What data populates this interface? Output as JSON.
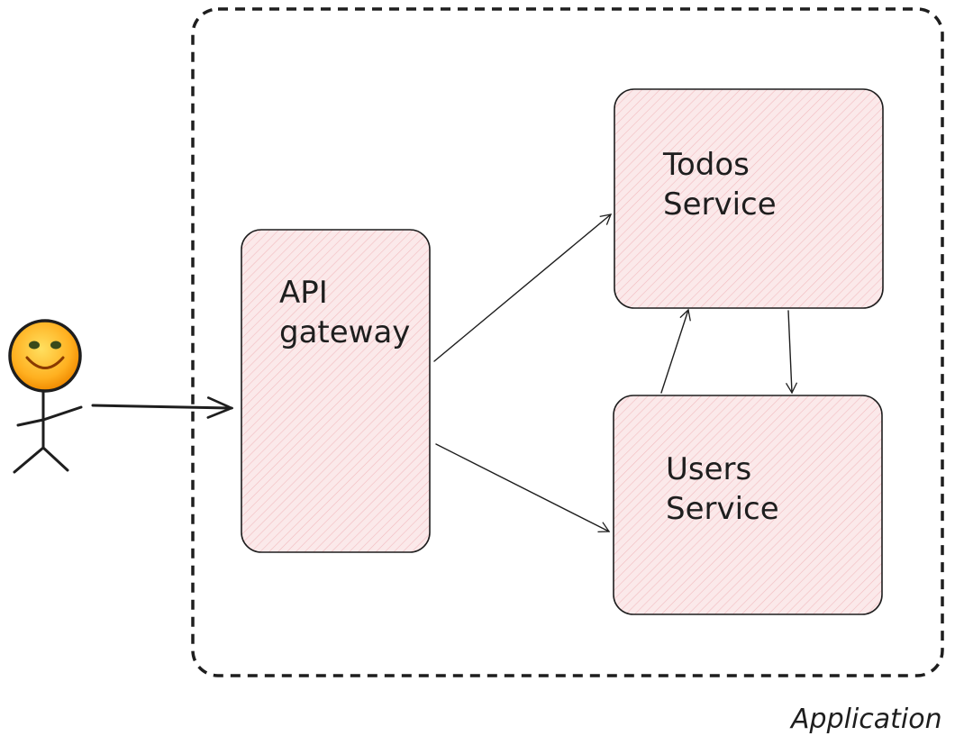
{
  "diagram": {
    "user": {
      "icon": "smiley-stick-figure-icon"
    },
    "boundary": {
      "label": "Application"
    },
    "nodes": {
      "gateway": {
        "line1": "API",
        "line2": "gateway"
      },
      "todos": {
        "line1": "Todos",
        "line2": "Service"
      },
      "users": {
        "line1": "Users",
        "line2": "Service"
      }
    },
    "colors": {
      "stroke": "#1e1e1e",
      "box_fill": "#fbe9ea",
      "hatch": "#f2bcc0",
      "face": "#ffb020",
      "face_ring": "#1e1e1e"
    }
  }
}
